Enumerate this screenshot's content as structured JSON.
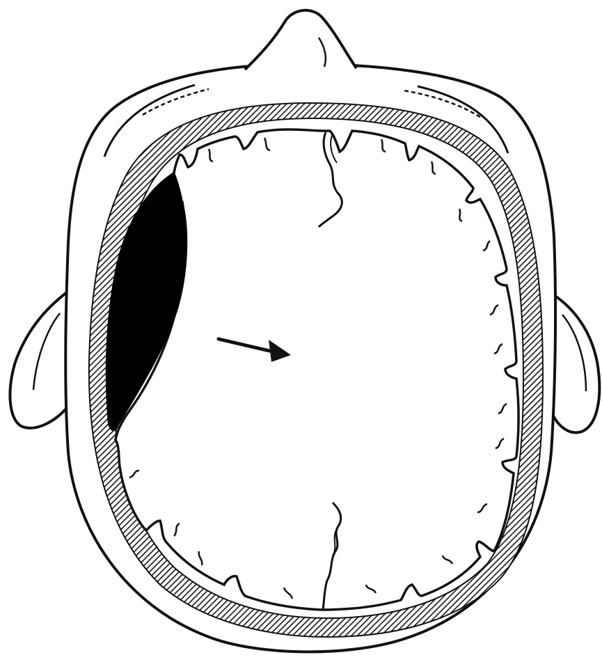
{
  "figure": {
    "structures": [
      {
        "id": "scalp",
        "kind": "outline"
      },
      {
        "id": "nose",
        "kind": "outline"
      },
      {
        "id": "ear-left",
        "kind": "outline"
      },
      {
        "id": "ear-right",
        "kind": "outline"
      },
      {
        "id": "skull",
        "kind": "hatched-band"
      },
      {
        "id": "brain",
        "kind": "gyral-outline"
      },
      {
        "id": "falx",
        "kind": "midline"
      },
      {
        "id": "hematoma",
        "kind": "solid-fill",
        "side": "left-of-image"
      },
      {
        "id": "shift-arrow",
        "kind": "arrow",
        "direction": "right"
      }
    ],
    "colors": {
      "ink": "#111111",
      "paper": "#ffffff",
      "hematoma": "#000000"
    }
  }
}
